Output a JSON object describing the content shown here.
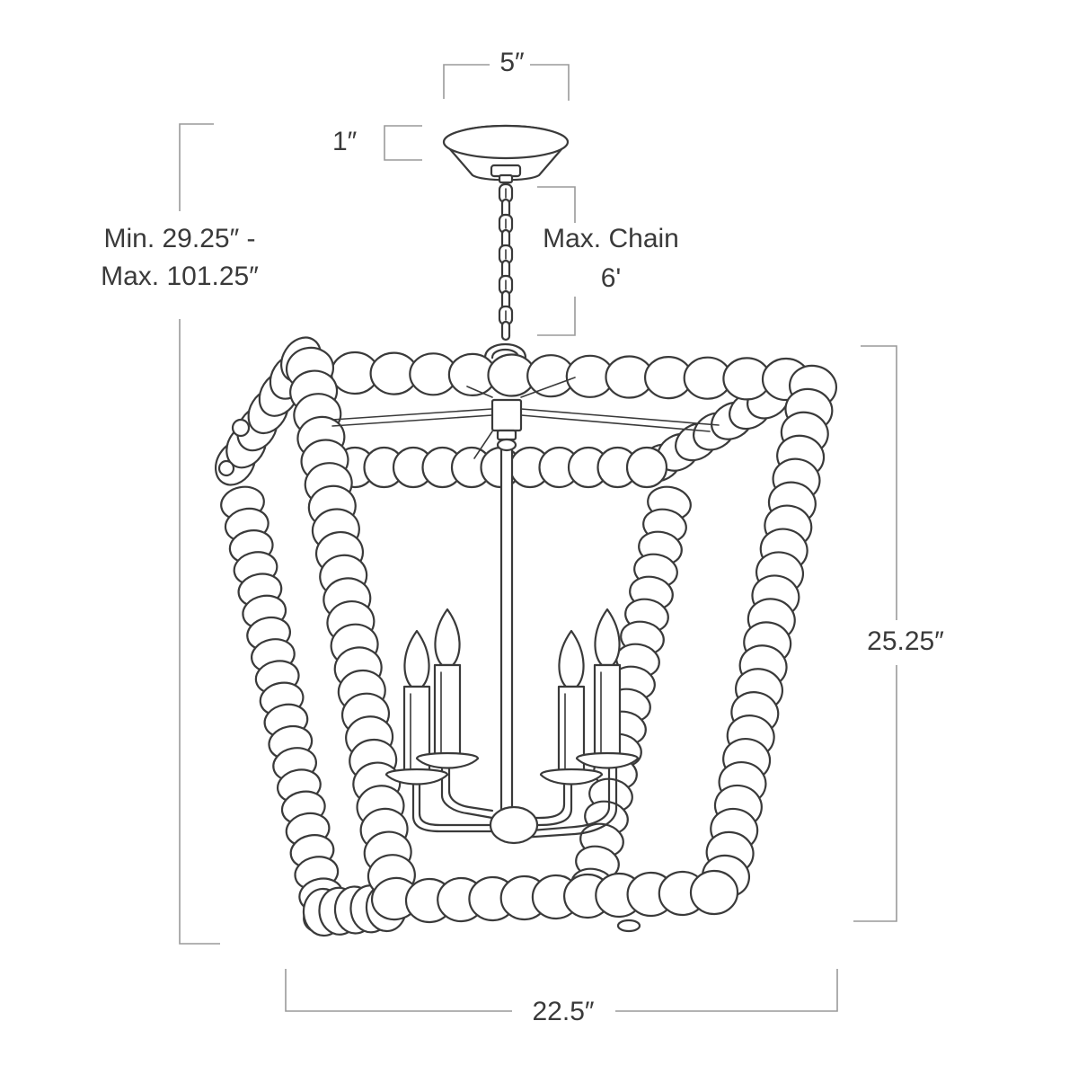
{
  "dimensions": {
    "canopy_width": "5″",
    "canopy_height": "1″",
    "overall_height_min": "Min. 29.25″ -",
    "overall_height_max": "Max. 101.25″",
    "chain_label": "Max. Chain",
    "chain_length": "6'",
    "fixture_height": "25.25″",
    "fixture_width": "22.5″"
  },
  "colors": {
    "line": "#3a3a3a",
    "dimension_line": "#9a9a9a",
    "background": "#ffffff"
  }
}
